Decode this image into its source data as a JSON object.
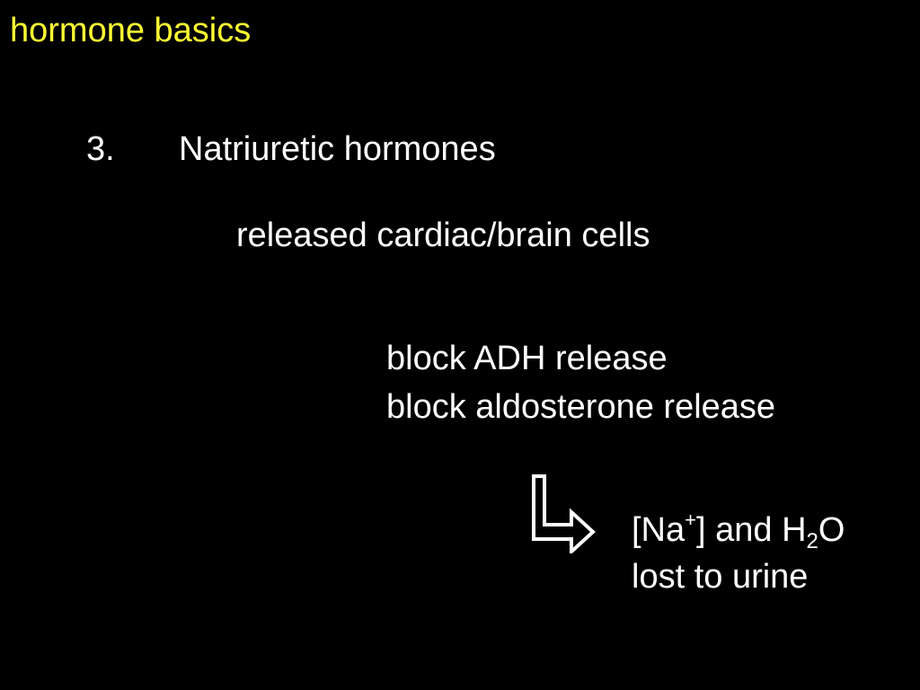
{
  "slide": {
    "title": "hormone basics",
    "title_color": "#ffff33",
    "background_color": "#000000",
    "text_color": "#ffffff"
  },
  "heading": {
    "number": "3.",
    "text": "Natriuretic hormones"
  },
  "source": {
    "text": "released cardiac/brain cells"
  },
  "effects": [
    "block ADH release",
    "block aldosterone release"
  ],
  "arrow": {
    "icon": "hooked-arrow-right-icon"
  },
  "result": {
    "ion_open": "[Na",
    "ion_charge": "+",
    "ion_close": "] and H",
    "water_subscript": "2",
    "water_tail": "O",
    "line2": "lost to urine"
  }
}
